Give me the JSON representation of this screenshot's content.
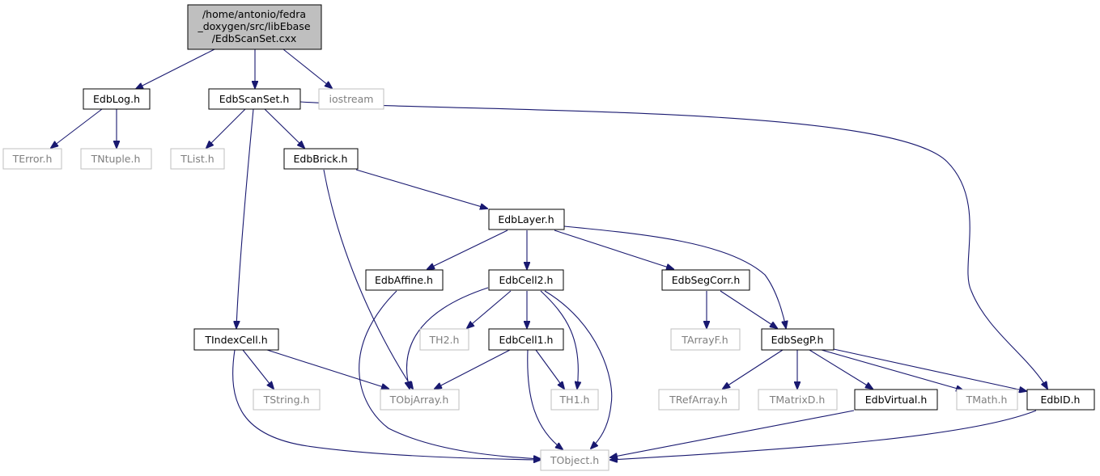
{
  "diagram": {
    "root_label_lines": [
      "/home/antonio/fedra",
      "_doxygen/src/libEbase",
      "/EdbScanSet.cxx"
    ],
    "nodes": {
      "edblog": "EdbLog.h",
      "edbscanset": "EdbScanSet.h",
      "iostream": "iostream",
      "terror": "TError.h",
      "tntuple": "TNtuple.h",
      "tlist": "TList.h",
      "edbbrick": "EdbBrick.h",
      "edblayer": "EdbLayer.h",
      "edbaffine": "EdbAffine.h",
      "edbcell2": "EdbCell2.h",
      "edbsegcorr": "EdbSegCorr.h",
      "tindexcell": "TIndexCell.h",
      "th2": "TH2.h",
      "edbcell1": "EdbCell1.h",
      "tarrayf": "TArrayF.h",
      "edbsegp": "EdbSegP.h",
      "tstring": "TString.h",
      "tobjarray": "TObjArray.h",
      "th1": "TH1.h",
      "trefarray": "TRefArray.h",
      "tmatrixd": "TMatrixD.h",
      "edbvirtual": "EdbVirtual.h",
      "tmath": "TMath.h",
      "edbid": "EdbID.h",
      "tobject": "TObject.h"
    }
  }
}
